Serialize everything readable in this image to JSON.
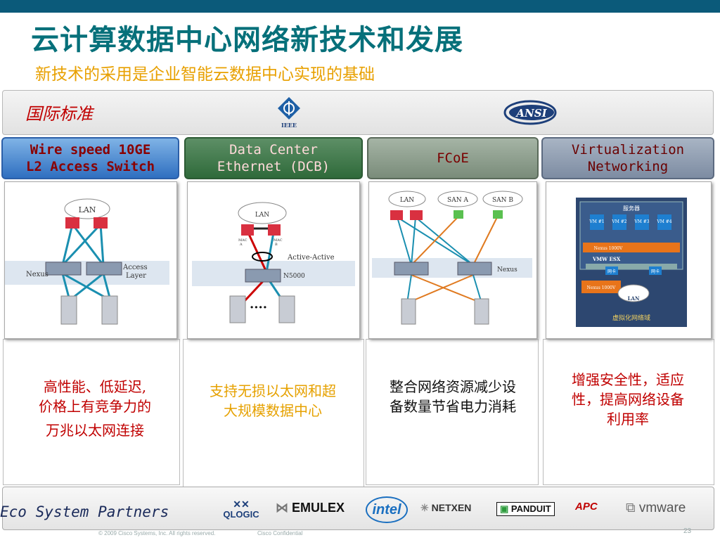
{
  "slide": {
    "title": "云计算数据中心网络新技术和发展",
    "subtitle": "新技术的采用是企业智能云数据中心实现的基础"
  },
  "standards": {
    "label": "国际标准",
    "logos": [
      "IEEE",
      "ANSI"
    ]
  },
  "columns": [
    {
      "header_line1": "Wire speed 10GE",
      "header_line2": "L2 Access Switch",
      "diagram": {
        "cloud": "LAN",
        "switch_label": "Nexus",
        "layer_label_1": "Access",
        "layer_label_2": "Layer"
      },
      "desc_line1": "高性能、低延迟,",
      "desc_line2": "价格上有竞争力的",
      "desc_line3": "万兆以太网连接"
    },
    {
      "header_line1": "Data Center",
      "header_line2": "Ethernet (DCB)",
      "diagram": {
        "cloud": "LAN",
        "mac_a_1": "MAC",
        "mac_a_2": "A",
        "mac_b_1": "MAC",
        "mac_b_2": "B",
        "active": "Active-Active",
        "switch_label": "N5000",
        "dots": "····"
      },
      "desc_line1": "支持无损以太网和超",
      "desc_line2": "大规模数据中心"
    },
    {
      "header_line1": "FCoE",
      "diagram": {
        "cloud_lan": "LAN",
        "cloud_san_a": "SAN A",
        "cloud_san_b": "SAN B",
        "switch_label": "Nexus"
      },
      "desc_line1": "整合网络资源减少设",
      "desc_line2": "备数量节省电力消耗"
    },
    {
      "header_line1": "Virtualization",
      "header_line2": "Networking",
      "diagram": {
        "server": "服务器",
        "vm1": "VM #1",
        "vm2": "VM #2",
        "vm3": "VM #3",
        "vm4": "VM #4",
        "nexus_1000v": "Nexus 1000V",
        "vmw_esx": "VMW ESX",
        "nic_1": "网卡",
        "nic_2": "网卡",
        "nexus_1000v_b": "Nexus 1000V",
        "lan": "LAN",
        "caption": "虚拟化网络域"
      },
      "desc_line1": "增强安全性，适应",
      "desc_line2": "性，提高网络设备",
      "desc_line3": "利用率"
    }
  ],
  "partners": {
    "label": "Eco System Partners",
    "logos": [
      "QLOGIC",
      "EMULEX",
      "intel",
      "NETXEN",
      "PANDUIT",
      "APC",
      "vmware"
    ]
  },
  "footer": {
    "copyright": "© 2009 Cisco Systems, Inc. All rights reserved.",
    "confidential": "Cisco Confidential",
    "page": "23"
  },
  "colors": {
    "title": "#06707a",
    "subtitle": "#e8a000",
    "top_bar": "#0b5a7a",
    "accent_red": "#c00000"
  }
}
